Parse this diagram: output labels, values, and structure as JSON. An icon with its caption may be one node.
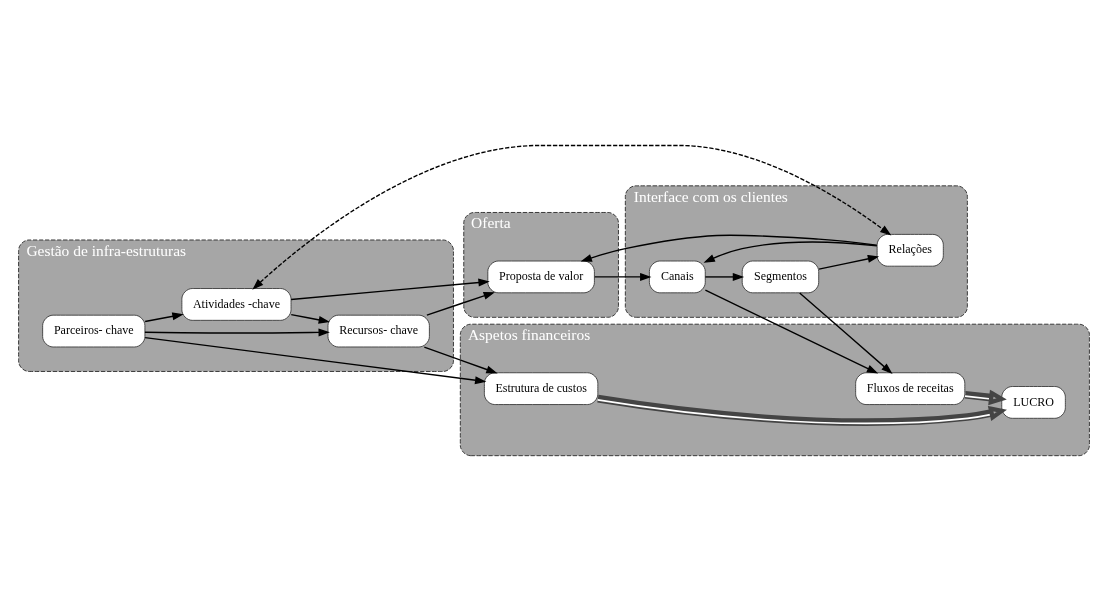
{
  "diagram": {
    "nodes": [
      {
        "text": [
          "Gestão de infra-estruturas"
        ]
      },
      {
        "text": [
          "Atividades -chave"
        ],
        "in": 0
      },
      {
        "text": [
          "Parceiros- chave"
        ],
        "in": 0
      },
      {
        "text": [
          "Recursos- chave"
        ],
        "in": 0
      },
      {
        "text": [
          "Oferta"
        ]
      },
      {
        "text": [
          "Proposta de valor"
        ],
        "in": 4
      },
      {
        "text": [
          "Interface com os clientes"
        ]
      },
      {
        "text": [
          "Relações"
        ],
        "in": 6
      },
      {
        "text": [
          "Canais"
        ],
        "in": 6
      },
      {
        "text": [
          "Segmentos"
        ],
        "in": 6
      },
      {
        "text": [
          "Aspetos financeiros"
        ]
      },
      {
        "text": [
          "Estrutura de custos"
        ],
        "in": 10
      },
      {
        "text": [
          "LUCRO"
        ],
        "in": 10
      },
      {
        "text": [
          "Fluxos de receitas"
        ],
        "in": 10
      }
    ],
    "edges": [
      {
        "from": 1,
        "to": 7,
        "arrow": "both",
        "style": "dashed"
      },
      {
        "from": 2,
        "to": 1,
        "arrow": "to"
      },
      {
        "from": 1,
        "to": 3,
        "arrow": "to"
      },
      {
        "from": 2,
        "to": 3,
        "arrow": "to"
      },
      {
        "from": 1,
        "to": 5,
        "arrow": "to"
      },
      {
        "from": 3,
        "to": 5,
        "arrow": "to"
      },
      {
        "from": 7,
        "to": 5,
        "arrow": "to"
      },
      {
        "from": 5,
        "to": 8,
        "arrow": "to"
      },
      {
        "from": 7,
        "to": 8,
        "arrow": "to"
      },
      {
        "from": 8,
        "to": 9,
        "arrow": "to"
      },
      {
        "from": 9,
        "to": 7,
        "arrow": "to"
      },
      {
        "from": 2,
        "to": 11,
        "arrow": "to"
      },
      {
        "from": 3,
        "to": 11,
        "arrow": "to"
      },
      {
        "from": 8,
        "to": 13,
        "arrow": "to"
      },
      {
        "from": 9,
        "to": 13,
        "arrow": "to"
      },
      {
        "from": 11,
        "to": 12,
        "arrow": "to",
        "style": "thick"
      },
      {
        "from": 13,
        "to": 12,
        "arrow": "to",
        "style": "thick"
      }
    ]
  }
}
